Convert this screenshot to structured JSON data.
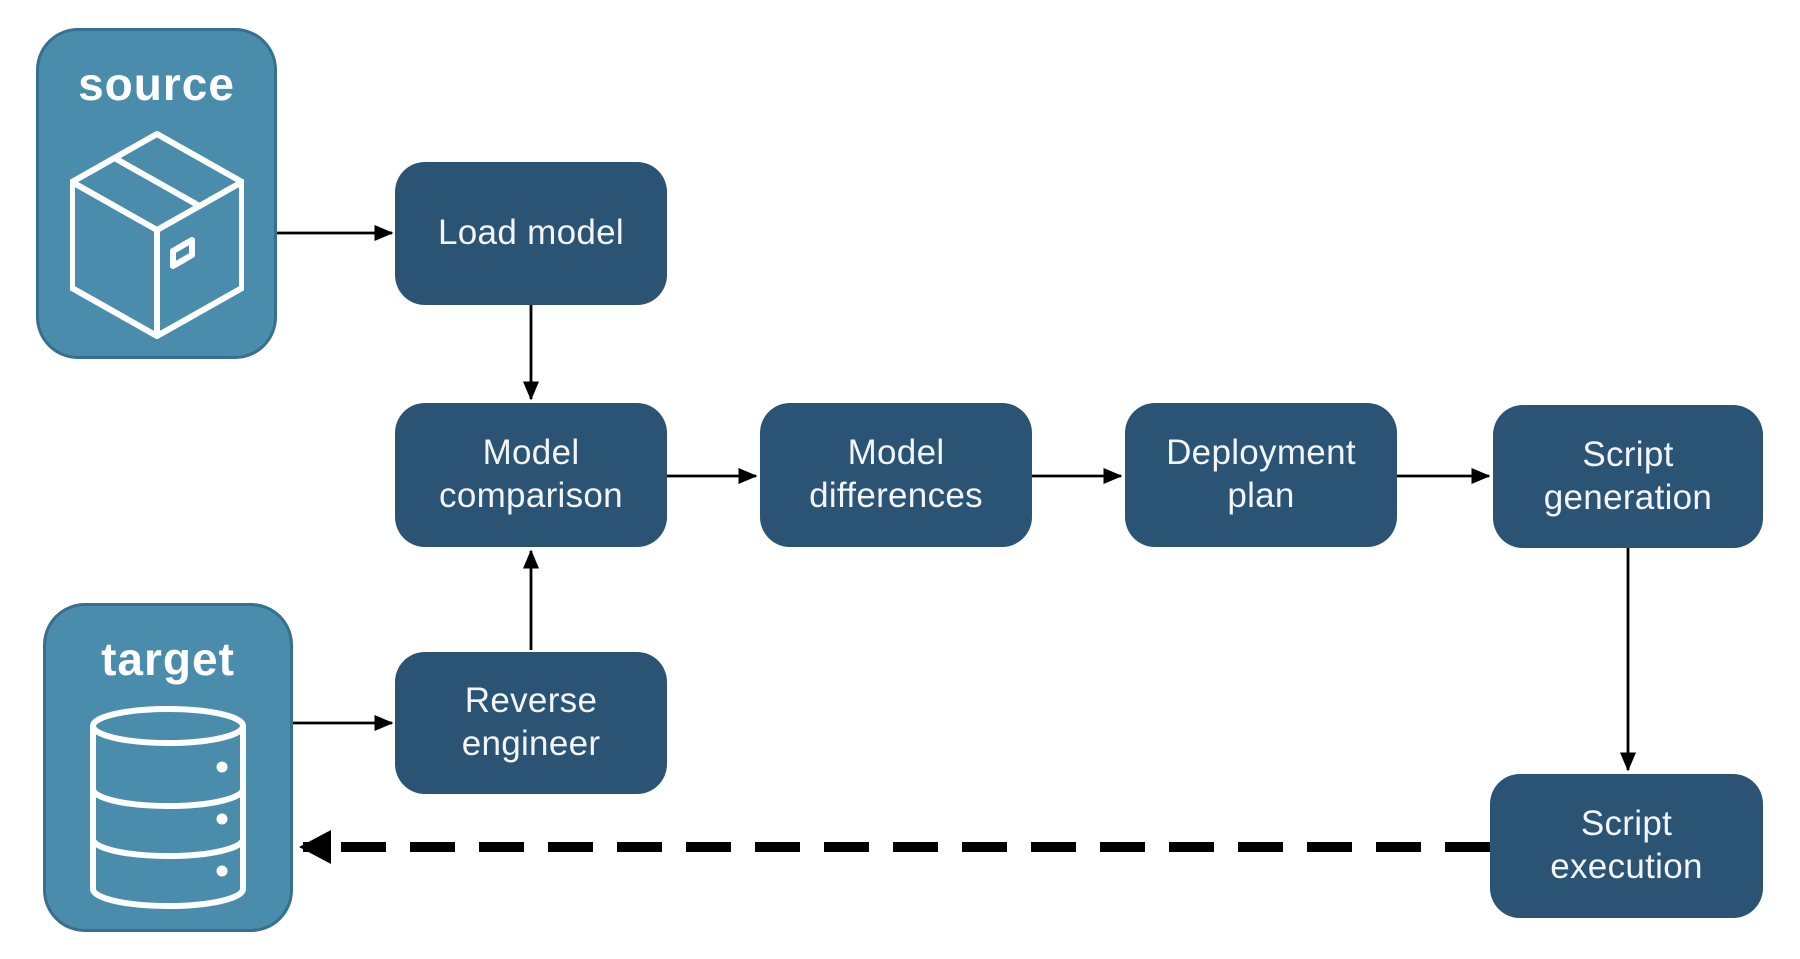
{
  "colors": {
    "node_fill": "#2B5374",
    "endpoint_fill": "#4A8CAC",
    "endpoint_border": "#35708F",
    "arrow_color": "#000000",
    "label_color": "#F2F5F7"
  },
  "endpoints": {
    "source": {
      "label": "source",
      "icon": "package-icon"
    },
    "target": {
      "label": "target",
      "icon": "database-icon"
    }
  },
  "nodes": {
    "load_model": {
      "label": "Load model"
    },
    "model_comparison": {
      "label": "Model comparison"
    },
    "model_differences": {
      "label": "Model differences"
    },
    "deployment_plan": {
      "label": "Deployment plan"
    },
    "script_generation": {
      "label": "Script generation"
    },
    "reverse_engineer": {
      "label": "Reverse engineer"
    },
    "script_execution": {
      "label": "Script execution"
    }
  },
  "edges": [
    {
      "from": "source",
      "to": "load_model",
      "style": "solid"
    },
    {
      "from": "load_model",
      "to": "model_comparison",
      "style": "solid"
    },
    {
      "from": "target",
      "to": "reverse_engineer",
      "style": "solid"
    },
    {
      "from": "reverse_engineer",
      "to": "model_comparison",
      "style": "solid"
    },
    {
      "from": "model_comparison",
      "to": "model_differences",
      "style": "solid"
    },
    {
      "from": "model_differences",
      "to": "deployment_plan",
      "style": "solid"
    },
    {
      "from": "deployment_plan",
      "to": "script_generation",
      "style": "solid"
    },
    {
      "from": "script_generation",
      "to": "script_execution",
      "style": "solid"
    },
    {
      "from": "script_execution",
      "to": "target",
      "style": "dashed"
    }
  ]
}
